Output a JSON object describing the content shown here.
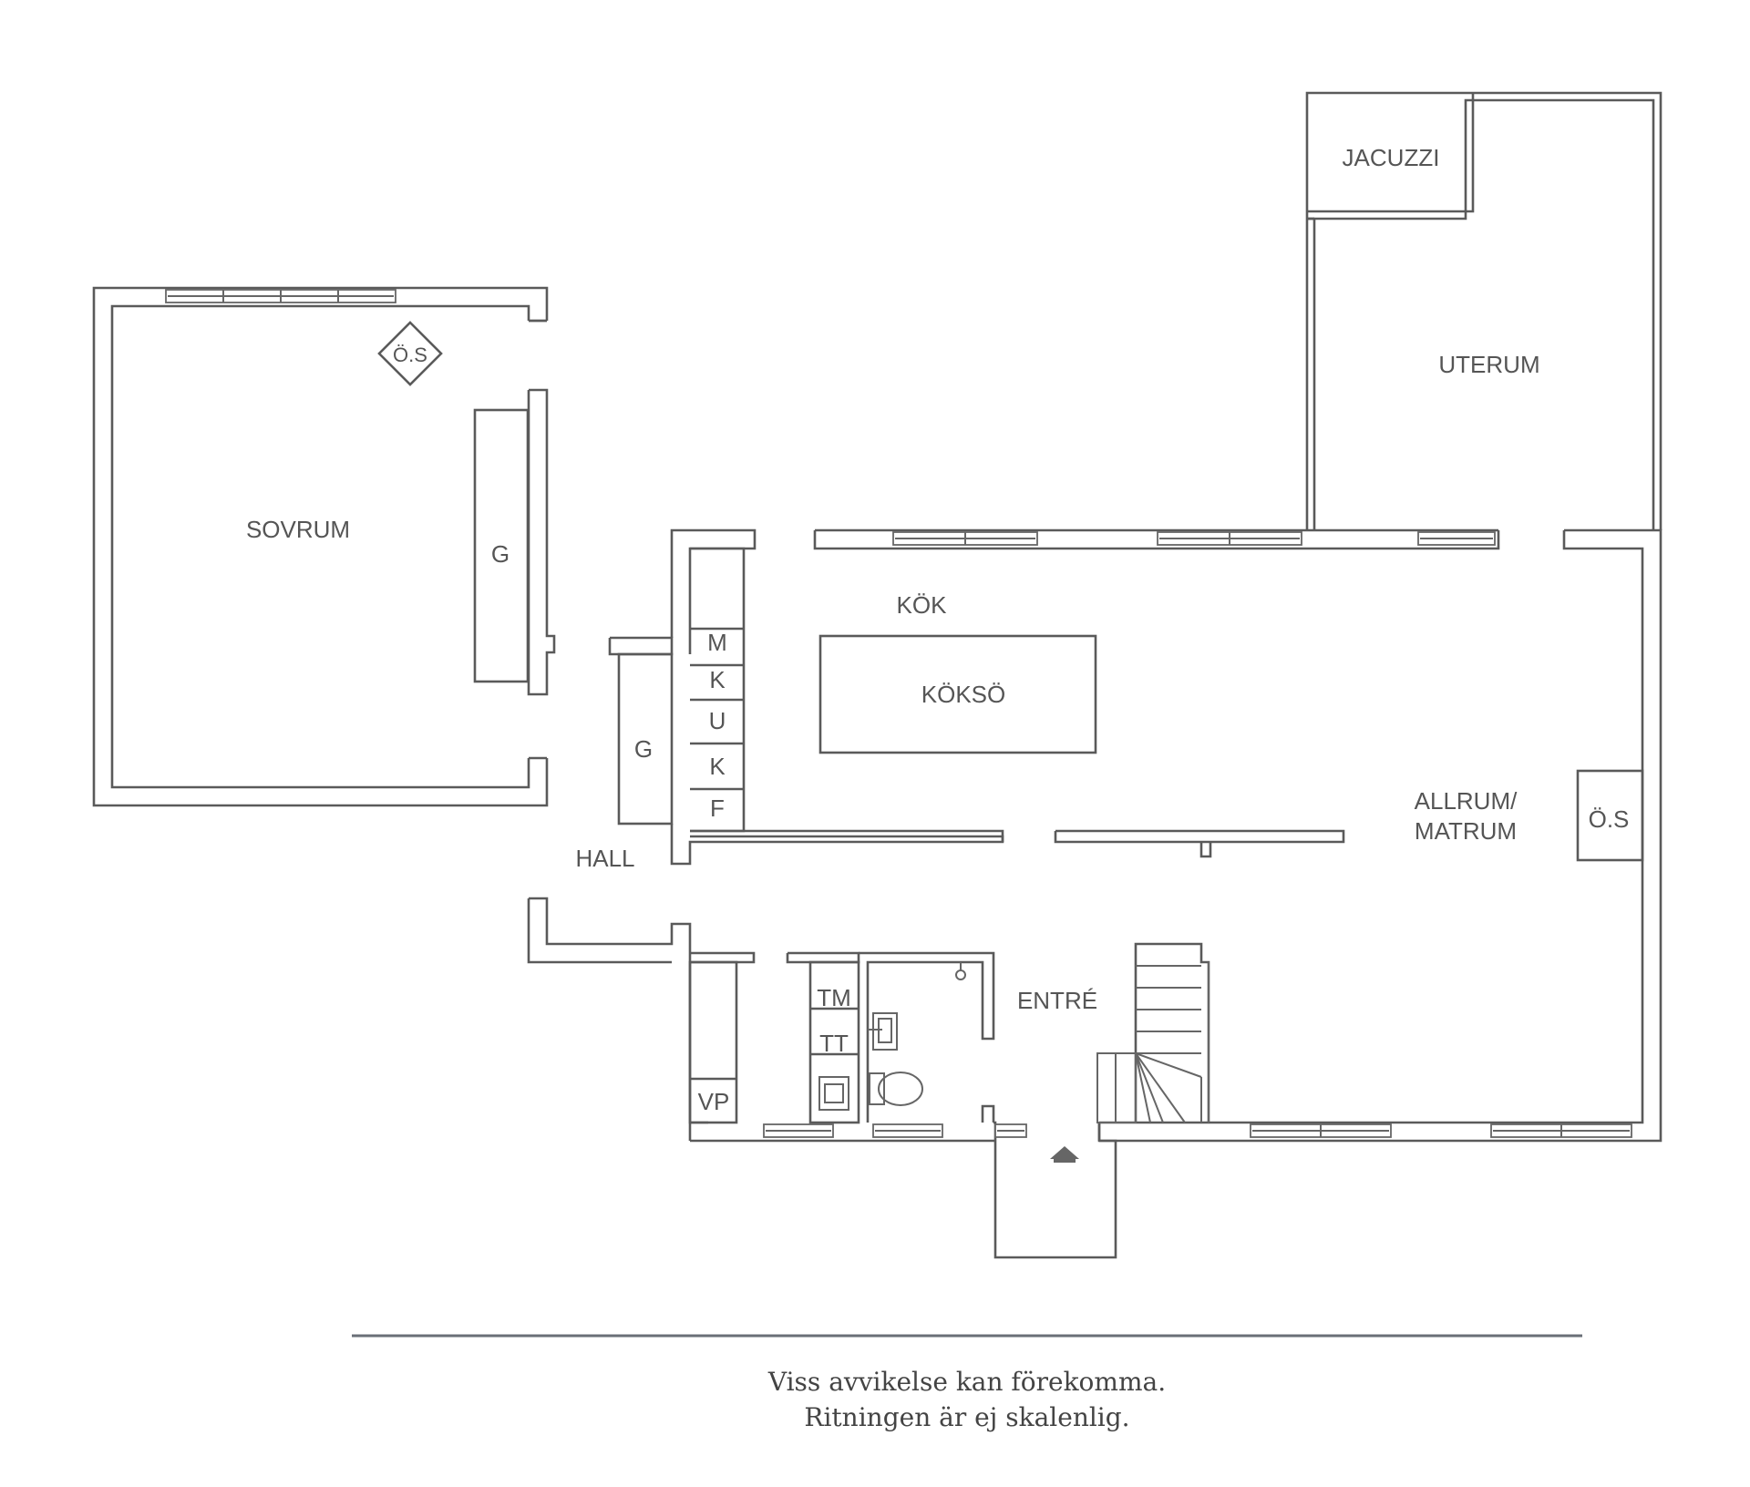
{
  "rooms": {
    "jacuzzi": "JACUZZI",
    "uterum": "UTERUM",
    "sovrum": "SOVRUM",
    "kok": "KÖK",
    "koksö": "KÖKSÖ",
    "allrum": [
      "ALLRUM/",
      "MATRUM"
    ],
    "hall": "HALL",
    "entre": "ENTRÉ"
  },
  "fixtures": {
    "os_bedroom": "Ö.S",
    "os_living": "Ö.S",
    "g_bedroom": "G",
    "g_hall": "G",
    "kitchen_units": [
      "M",
      "K",
      "U",
      "K",
      "F"
    ],
    "tm": "TM",
    "tt": "TT",
    "vp": "VP"
  },
  "disclaimer": [
    "Viss avvikelse kan förekomma.",
    "Ritningen är ej skalenlig."
  ],
  "colors": {
    "wall": "#5a5a5a",
    "text": "#555555",
    "background": "#ffffff"
  }
}
